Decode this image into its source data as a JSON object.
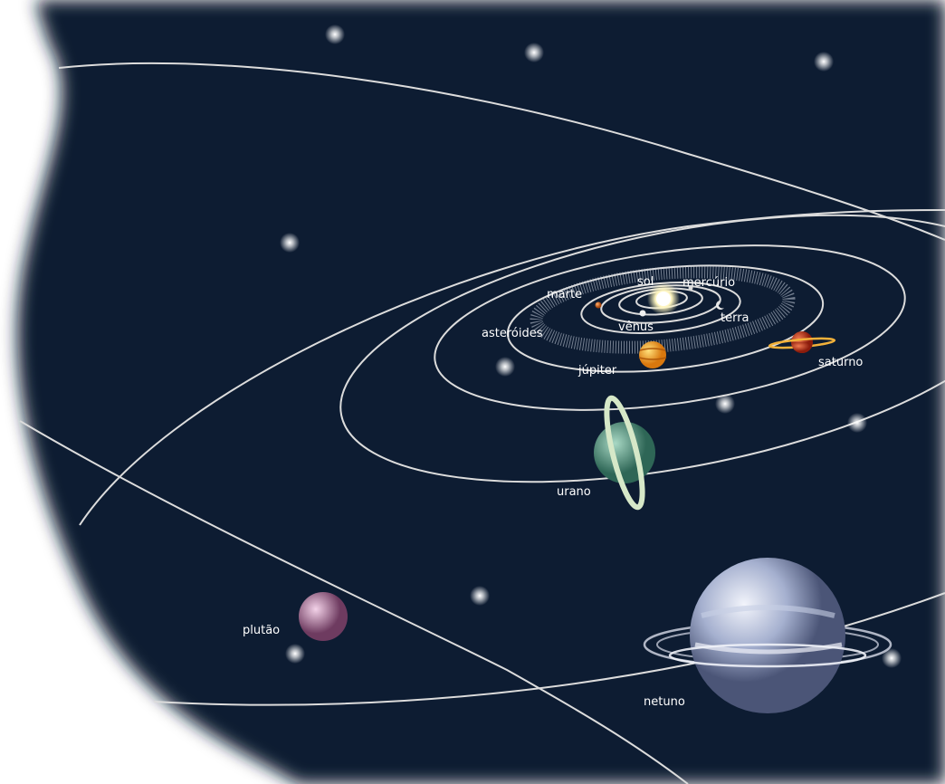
{
  "labels": {
    "sol": "sol",
    "mercurio": "mercúrio",
    "venus": "vênus",
    "terra": "terra",
    "marte": "marte",
    "asteroides": "asteróides",
    "jupiter": "júpiter",
    "saturno": "saturno",
    "urano": "urano",
    "netuno": "netuno",
    "plutao": "plutão"
  },
  "colors": {
    "space": "#071a33",
    "orbit": "#e8e8e8",
    "sun": "#fffbe0",
    "mercury": "#dcdcdc",
    "venus": "#f0f0f0",
    "earth": "#e8e8e8",
    "mars": "#d9731f",
    "jupiter": "#f2a11f",
    "saturn": "#c0391c",
    "uranus": "#5a9c88",
    "neptune": "#9aa6c8",
    "pluto": "#b07aa0"
  }
}
